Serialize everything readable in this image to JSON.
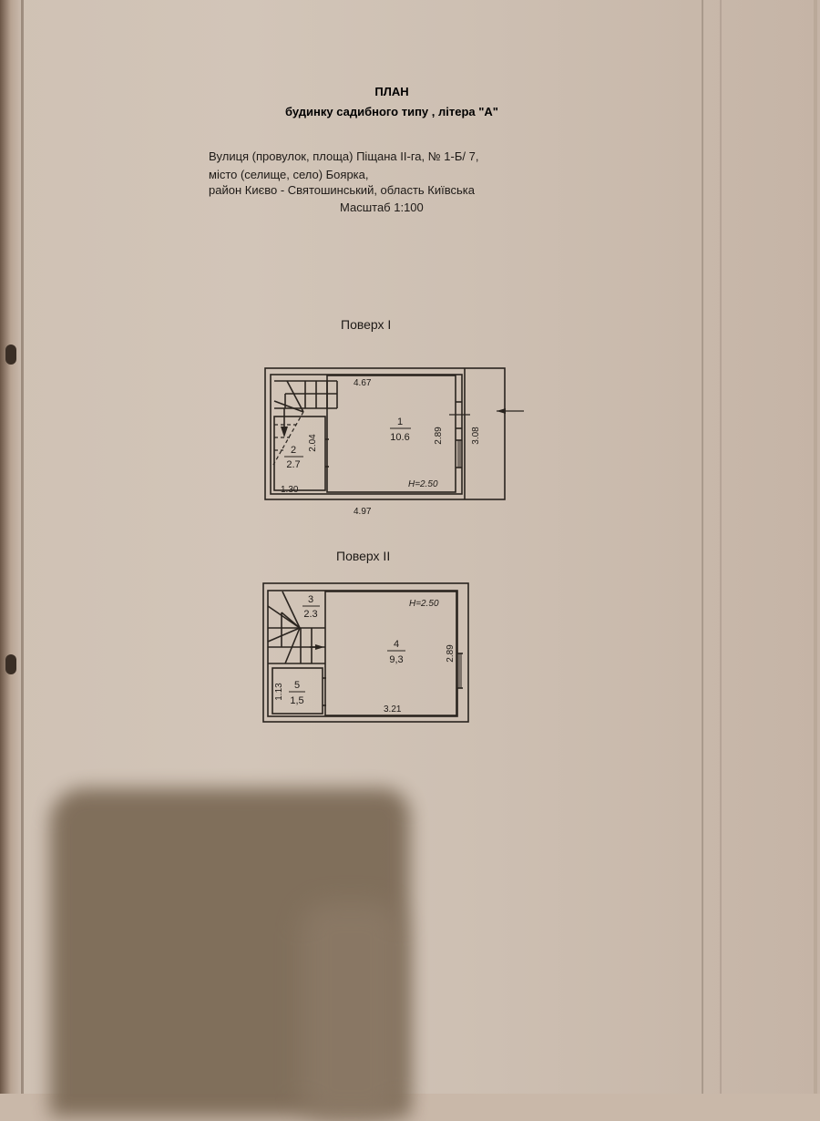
{
  "document": {
    "title": "ПЛАН",
    "subtitle": "будинку садибного типу , літера \"А\"",
    "address_lines": [
      "Вулиця (провулок, площа) Піщана ІІ-га, № 1-Б/ 7,",
      "місто (селище, село) Боярка,",
      "район Києво - Святошинський, область Київська"
    ],
    "scale": "Масштаб  1:100"
  },
  "floors": [
    {
      "label": "Поверх І",
      "rooms": [
        {
          "number": "1",
          "area": "10.6"
        },
        {
          "number": "2",
          "area": "2.7"
        }
      ],
      "dimensions": {
        "top_inner": "4.67",
        "bottom_outer": "4.97",
        "room1_height": "2.89",
        "outer_height": "3.08",
        "room2_height": "2.04",
        "room2_width": "1.30"
      },
      "ceiling_height": "H=2.50"
    },
    {
      "label": "Поверх ІІ",
      "rooms": [
        {
          "number": "3",
          "area": "2.3"
        },
        {
          "number": "4",
          "area": "9,3"
        },
        {
          "number": "5",
          "area": "1,5"
        }
      ],
      "dimensions": {
        "room4_height": "2.89",
        "room4_width": "3.21",
        "room5_height": "1.13"
      },
      "ceiling_height": "H=2.50"
    }
  ],
  "colors": {
    "paper": "#d2c5b8",
    "ink": "#1e1a17",
    "shadow": "#7a6854"
  }
}
